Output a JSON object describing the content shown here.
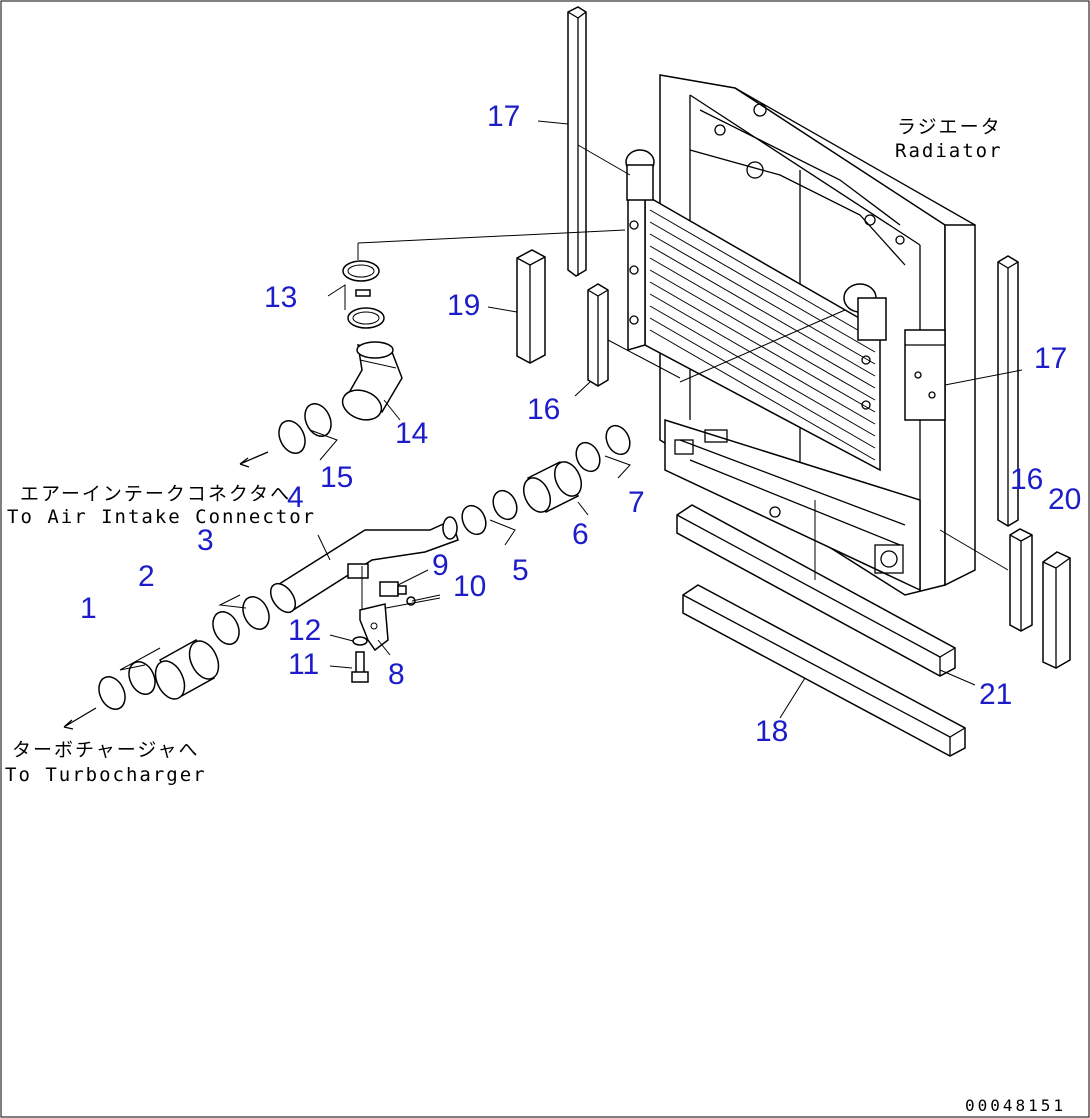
{
  "diagram_id": "00048151",
  "annotations": {
    "radiator_jp": "ラジエータ",
    "radiator_en": "Radiator",
    "air_intake_jp": "エアーインテークコネクタへ",
    "air_intake_en": "To Air Intake Connector",
    "turbo_jp": "ターボチャージャへ",
    "turbo_en": "To Turbocharger"
  },
  "callouts": {
    "c1": "1",
    "c2": "2",
    "c3": "3",
    "c4": "4",
    "c5": "5",
    "c6": "6",
    "c7": "7",
    "c8": "8",
    "c9": "9",
    "c10": "10",
    "c11": "11",
    "c12": "12",
    "c13": "13",
    "c14": "14",
    "c15": "15",
    "c16a": "16",
    "c16b": "16",
    "c17a": "17",
    "c17b": "17",
    "c18": "18",
    "c19": "19",
    "c20": "20",
    "c21": "21"
  }
}
